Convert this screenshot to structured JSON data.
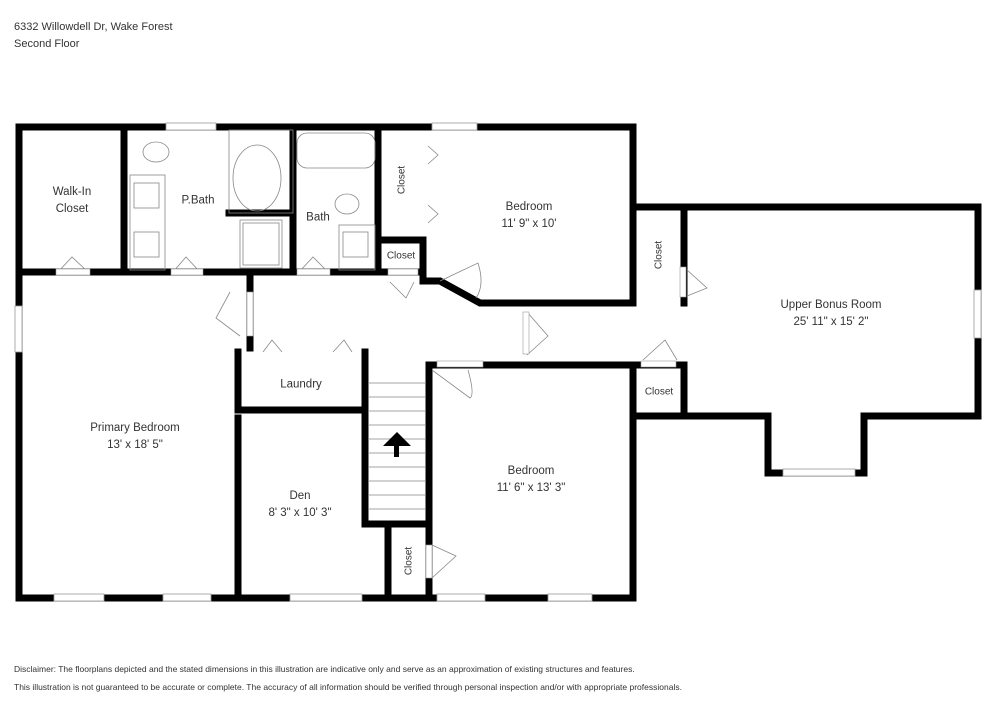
{
  "header": {
    "address": "6332 Willowdell Dr, Wake Forest",
    "floor": "Second Floor"
  },
  "rooms": {
    "walk_in_closet": {
      "name_line1": "Walk-In",
      "name_line2": "Closet"
    },
    "p_bath": {
      "name": "P.Bath"
    },
    "bath": {
      "name": "Bath"
    },
    "closet_bedroom1": {
      "name": "Closet"
    },
    "closet_small_hall": {
      "name": "Closet"
    },
    "bedroom1": {
      "name": "Bedroom",
      "dims": "11' 9\" x 10'"
    },
    "closet_bonus_upper": {
      "name": "Closet"
    },
    "closet_bonus_lower": {
      "name": "Closet"
    },
    "upper_bonus_room": {
      "name": "Upper Bonus Room",
      "dims": "25' 11\" x 15' 2\""
    },
    "laundry": {
      "name": "Laundry"
    },
    "primary_bedroom": {
      "name": "Primary Bedroom",
      "dims": "13' x 18' 5\""
    },
    "den": {
      "name": "Den",
      "dims": "8' 3\" x 10' 3\""
    },
    "bedroom2": {
      "name": "Bedroom",
      "dims": "11' 6\" x 13' 3\""
    },
    "closet_stairs": {
      "name": "Closet"
    }
  },
  "icons": {
    "stairs_arrow": "arrow-up-icon"
  },
  "disclaimer": {
    "line1": "Disclaimer: The floorplans depicted and the stated dimensions in this illustration are indicative only and serve as an approximation of existing structures and features.",
    "line2": "This illustration is not guaranteed to be accurate or complete. The accuracy of all information should be verified through personal inspection and/or with appropriate professionals."
  }
}
